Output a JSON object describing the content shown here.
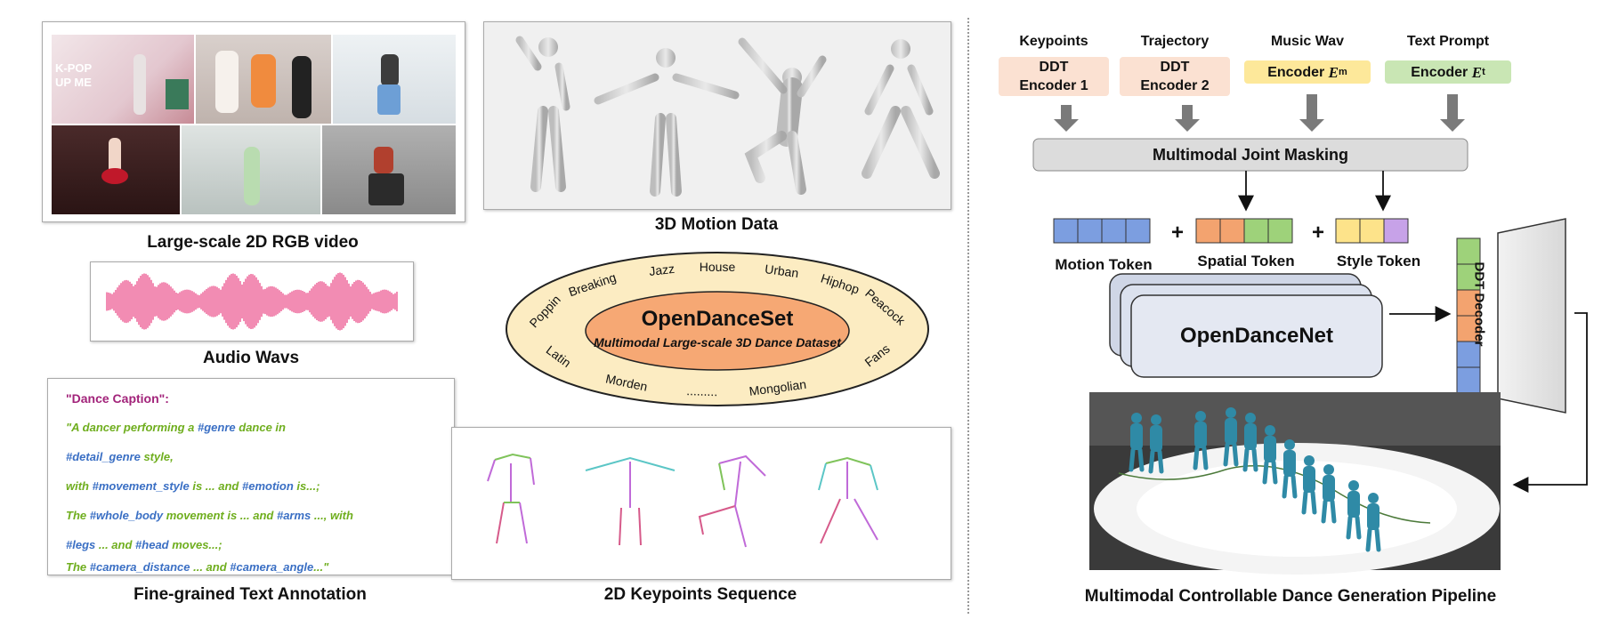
{
  "left": {
    "video_label": "Large-scale 2D RGB video",
    "video_overlay_line1": "K-POP",
    "video_overlay_line2": "UP ME",
    "audio_label": "Audio Wavs",
    "text_label": "Fine-grained Text Annotation",
    "caption": {
      "title": "\"Dance Caption\":",
      "l1a": "\"A dancer performing a ",
      "l1b": "#genre",
      "l1c": " dance in",
      "l2a": "#detail_genre",
      "l2b": " style,",
      "l3a": "with ",
      "l3b": "#movement_style",
      "l3c": " is ... and ",
      "l3d": "#emotion",
      "l3e": " is...;",
      "l4a": "The ",
      "l4b": "#whole_body",
      "l4c": " movement is ... and ",
      "l4d": "#arms",
      "l4e": " ..., with",
      "l5a": "#legs",
      "l5b": " ... and ",
      "l5c": "#head",
      "l5d": " moves...;",
      "l6a": "The ",
      "l6b": "#camera_distance",
      "l6c": " ... and ",
      "l6d": "#camera_angle",
      "l6e": "...\""
    },
    "motion_label": "3D Motion Data",
    "keypoints_label": "2D Keypoints Sequence",
    "dataset": {
      "title": "OpenDanceSet",
      "subtitle": "Multimodal Large-scale 3D Dance Dataset",
      "genres": [
        "Poppin",
        "Breaking",
        "Jazz",
        "House",
        "Urban",
        "Hiphop",
        "Peacock",
        "Fans",
        "Mongolian",
        ".........",
        "Morden",
        "Latin"
      ]
    }
  },
  "right": {
    "encoders": [
      {
        "title": "Keypoints",
        "line1": "DDT",
        "line2": "Encoder 1",
        "color": "#fbe1d2"
      },
      {
        "title": "Trajectory",
        "line1": "DDT",
        "line2": "Encoder 2",
        "color": "#fbe1d2"
      },
      {
        "title": "Music Wav",
        "line1": "Encoder ",
        "sym": "E",
        "sub": "m",
        "color": "#fde89a"
      },
      {
        "title": "Text Prompt",
        "line1": "Encoder ",
        "sym": "E",
        "sub": "t",
        "color": "#c9e6b4"
      }
    ],
    "masking_label": "Multimodal Joint Masking",
    "tokens": {
      "motion": "Motion Token",
      "spatial": "Spatial Token",
      "style": "Style Token",
      "plus": "+"
    },
    "network_label": "OpenDanceNet",
    "decoder_label": "DDT Decoder",
    "pipeline_label": "Multimodal Controllable Dance Generation Pipeline"
  },
  "colors": {
    "motion_token": "#7c9ee0",
    "spatial_orange": "#f3a36f",
    "spatial_green": "#9ed27a",
    "style_yellow": "#fde38a",
    "style_purple": "#c7a2e8",
    "wave": "#ef6fa0",
    "ellipse_outer": "#fcecc2",
    "ellipse_inner": "#f6a874"
  }
}
